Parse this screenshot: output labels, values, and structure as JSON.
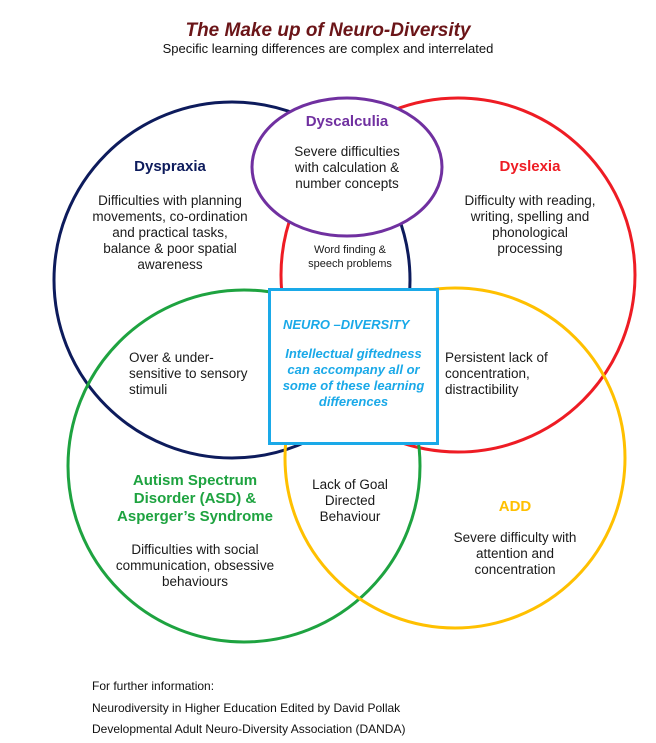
{
  "header": {
    "title": "The Make up of Neuro-Diversity",
    "subtitle": "Specific learning differences are complex and interrelated"
  },
  "colors": {
    "dyspraxia": "#0d1b5c",
    "dyslexia": "#ee1c24",
    "dyscalculia": "#7030a0",
    "autism": "#1ea340",
    "add": "#ffc000",
    "neurodiversity": "#1aa9e8",
    "title": "#6b1518"
  },
  "circles": {
    "dyspraxia": {
      "title": "Dyspraxia",
      "lines": [
        "Difficulties with planning",
        "movements, co-ordination",
        "and practical tasks,",
        "balance & poor spatial",
        "awareness"
      ]
    },
    "dyscalculia": {
      "title": "Dyscalculia",
      "lines": [
        "Severe difficulties",
        "with calculation &",
        "number concepts"
      ]
    },
    "dyslexia": {
      "title": "Dyslexia",
      "lines": [
        "Difficulty with reading,",
        "writing, spelling and",
        "phonological",
        "processing"
      ]
    },
    "autism": {
      "title_lines": [
        "Autism Spectrum",
        "Disorder (ASD) &",
        "Asperger’s Syndrome"
      ],
      "lines": [
        "Difficulties with social",
        "communication, obsessive",
        "behaviours"
      ]
    },
    "add": {
      "title": "ADD",
      "lines": [
        "Severe difficulty with",
        "attention and",
        "concentration"
      ]
    }
  },
  "overlaps": {
    "word_finding": [
      "Word finding &",
      "speech problems"
    ],
    "sensory": [
      "Over & under-",
      "sensitive to sensory",
      "stimuli"
    ],
    "concentration": [
      "Persistent lack of",
      "concentration,",
      "distractibility"
    ],
    "goal": [
      "Lack of Goal",
      "Directed",
      "Behaviour"
    ]
  },
  "center_box": {
    "title": "NEURO –DIVERSITY",
    "lines": [
      "Intellectual giftedness",
      "can accompany all or",
      "some of these learning",
      "differences"
    ]
  },
  "footer": {
    "lines": [
      "For further information:",
      "Neurodiversity in Higher Education Edited by David Pollak",
      "Developmental Adult Neuro-Diversity Association (DANDA)"
    ]
  }
}
